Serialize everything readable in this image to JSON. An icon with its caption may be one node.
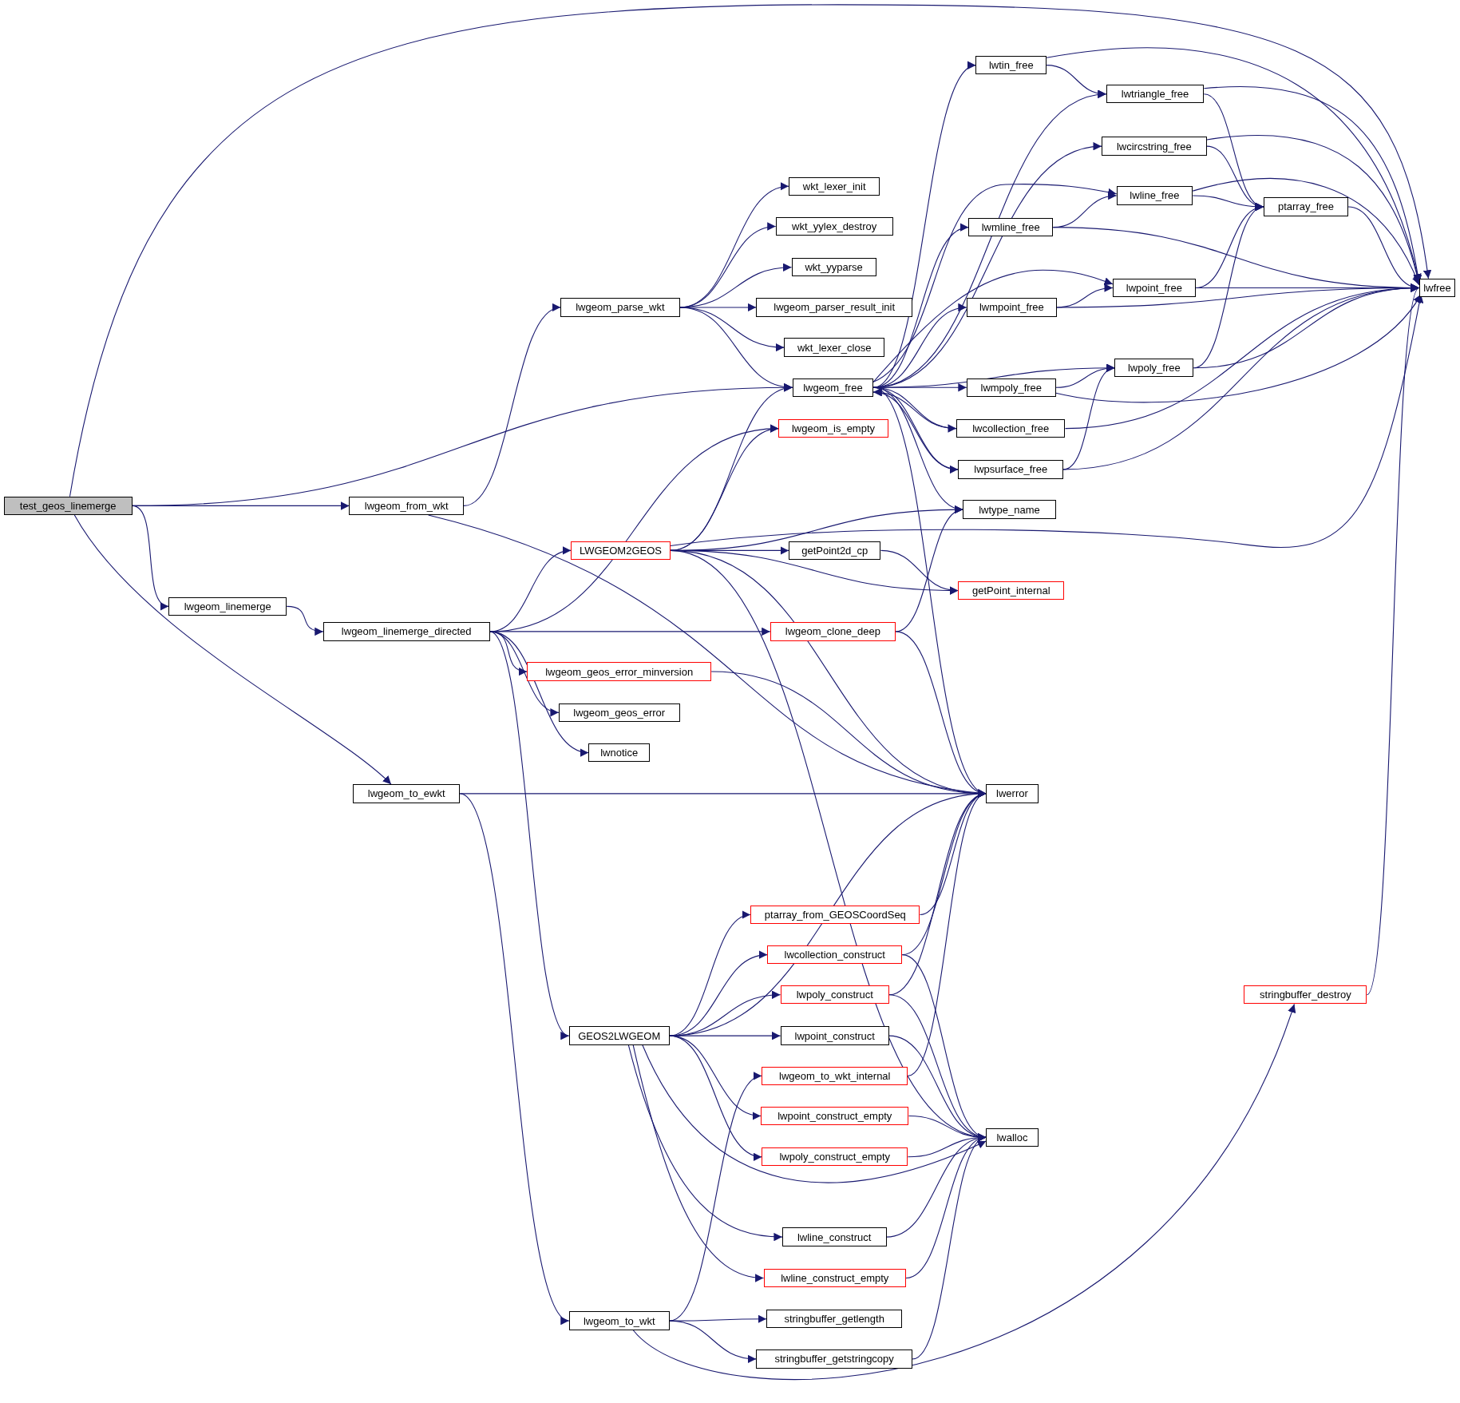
{
  "diagram": {
    "nodes": [
      {
        "text": [
          "test_geos_linemerge"
        ]
      },
      {
        "text": [
          "lwgeom_from_wkt"
        ]
      },
      {
        "text": [
          "lwgeom_linemerge"
        ]
      },
      {
        "text": [
          "lwgeom_to_ewkt"
        ]
      },
      {
        "text": [
          "lwgeom_parse_wkt"
        ]
      },
      {
        "text": [
          "lwgeom_linemerge_directed"
        ]
      },
      {
        "text": [
          "wkt_lexer_init"
        ]
      },
      {
        "text": [
          "wkt_yylex_destroy"
        ]
      },
      {
        "text": [
          "wkt_yyparse"
        ]
      },
      {
        "text": [
          "lwgeom_parser_result_init"
        ]
      },
      {
        "text": [
          "wkt_lexer_close"
        ]
      },
      {
        "text": [
          "lwgeom_free"
        ]
      },
      {
        "text": [
          "lwgeom_is_empty"
        ]
      },
      {
        "text": [
          "LWGEOM2GEOS"
        ]
      },
      {
        "text": [
          "lwgeom_clone_deep"
        ]
      },
      {
        "text": [
          "lwgeom_geos_error_minversion"
        ]
      },
      {
        "text": [
          "lwgeom_geos_error"
        ]
      },
      {
        "text": [
          "lwnotice"
        ]
      },
      {
        "text": [
          "lwerror"
        ]
      },
      {
        "text": [
          "GEOS2LWGEOM"
        ]
      },
      {
        "text": [
          "lwgeom_to_wkt"
        ]
      },
      {
        "text": [
          "lwtin_free"
        ]
      },
      {
        "text": [
          "lwtriangle_free"
        ]
      },
      {
        "text": [
          "lwcircstring_free"
        ]
      },
      {
        "text": [
          "lwline_free"
        ]
      },
      {
        "text": [
          "lwmline_free"
        ]
      },
      {
        "text": [
          "lwpoint_free"
        ]
      },
      {
        "text": [
          "lwmpoint_free"
        ]
      },
      {
        "text": [
          "lwpoly_free"
        ]
      },
      {
        "text": [
          "lwmpoly_free"
        ]
      },
      {
        "text": [
          "lwcollection_free"
        ]
      },
      {
        "text": [
          "lwpsurface_free"
        ]
      },
      {
        "text": [
          "lwtype_name"
        ]
      },
      {
        "text": [
          "getPoint2d_cp"
        ]
      },
      {
        "text": [
          "getPoint_internal"
        ]
      },
      {
        "text": [
          "ptarray_free"
        ]
      },
      {
        "text": [
          "lwfree"
        ]
      },
      {
        "text": [
          "ptarray_from_GEOSCoordSeq"
        ]
      },
      {
        "text": [
          "lwcollection_construct"
        ]
      },
      {
        "text": [
          "lwpoly_construct"
        ]
      },
      {
        "text": [
          "lwpoint_construct"
        ]
      },
      {
        "text": [
          "lwgeom_to_wkt_internal"
        ]
      },
      {
        "text": [
          "lwpoint_construct_empty"
        ]
      },
      {
        "text": [
          "lwpoly_construct_empty"
        ]
      },
      {
        "text": [
          "lwline_construct"
        ]
      },
      {
        "text": [
          "lwline_construct_empty"
        ]
      },
      {
        "text": [
          "stringbuffer_getlength"
        ]
      },
      {
        "text": [
          "stringbuffer_getstringcopy"
        ]
      },
      {
        "text": [
          "lwalloc"
        ]
      },
      {
        "text": [
          "stringbuffer_destroy"
        ]
      }
    ],
    "edges": [
      {
        "from": 0,
        "to": 36,
        "arrow": "to"
      },
      {
        "from": 0,
        "to": 11,
        "arrow": "to"
      },
      {
        "from": 0,
        "to": 1,
        "arrow": "to"
      },
      {
        "from": 0,
        "to": 2,
        "arrow": "to"
      },
      {
        "from": 0,
        "to": 3,
        "arrow": "to"
      },
      {
        "from": 1,
        "to": 4,
        "arrow": "to"
      },
      {
        "from": 1,
        "to": 18,
        "arrow": "to"
      },
      {
        "from": 2,
        "to": 5,
        "arrow": "to"
      },
      {
        "from": 3,
        "to": 18,
        "arrow": "to"
      },
      {
        "from": 3,
        "to": 20,
        "arrow": "to"
      },
      {
        "from": 4,
        "to": 6,
        "arrow": "to"
      },
      {
        "from": 4,
        "to": 7,
        "arrow": "to"
      },
      {
        "from": 4,
        "to": 8,
        "arrow": "to"
      },
      {
        "from": 4,
        "to": 9,
        "arrow": "to"
      },
      {
        "from": 4,
        "to": 10,
        "arrow": "to"
      },
      {
        "from": 4,
        "to": 11,
        "arrow": "to"
      },
      {
        "from": 5,
        "to": 12,
        "arrow": "to"
      },
      {
        "from": 5,
        "to": 13,
        "arrow": "to"
      },
      {
        "from": 5,
        "to": 14,
        "arrow": "to"
      },
      {
        "from": 5,
        "to": 15,
        "arrow": "to"
      },
      {
        "from": 5,
        "to": 16,
        "arrow": "to"
      },
      {
        "from": 5,
        "to": 17,
        "arrow": "to"
      },
      {
        "from": 5,
        "to": 19,
        "arrow": "to"
      },
      {
        "from": 13,
        "to": 11,
        "arrow": "to"
      },
      {
        "from": 13,
        "to": 12,
        "arrow": "to"
      },
      {
        "from": 13,
        "to": 32,
        "arrow": "to"
      },
      {
        "from": 13,
        "to": 36,
        "arrow": "to"
      },
      {
        "from": 13,
        "to": 33,
        "arrow": "to"
      },
      {
        "from": 13,
        "to": 34,
        "arrow": "to"
      },
      {
        "from": 13,
        "to": 18,
        "arrow": "to"
      },
      {
        "from": 13,
        "to": 48,
        "arrow": "to"
      },
      {
        "from": 14,
        "to": 32,
        "arrow": "to"
      },
      {
        "from": 14,
        "to": 18,
        "arrow": "to"
      },
      {
        "from": 15,
        "to": 18,
        "arrow": "to"
      },
      {
        "from": 11,
        "to": 21,
        "arrow": "to"
      },
      {
        "from": 11,
        "to": 22,
        "arrow": "to"
      },
      {
        "from": 11,
        "to": 23,
        "arrow": "to"
      },
      {
        "from": 11,
        "to": 24,
        "arrow": "to"
      },
      {
        "from": 11,
        "to": 25,
        "arrow": "to"
      },
      {
        "from": 11,
        "to": 26,
        "arrow": "to"
      },
      {
        "from": 11,
        "to": 27,
        "arrow": "to"
      },
      {
        "from": 11,
        "to": 28,
        "arrow": "to"
      },
      {
        "from": 11,
        "to": 29,
        "arrow": "to"
      },
      {
        "from": 11,
        "to": 30,
        "arrow": "to"
      },
      {
        "from": 11,
        "to": 31,
        "arrow": "to"
      },
      {
        "from": 11,
        "to": 32,
        "arrow": "to"
      },
      {
        "from": 11,
        "to": 18,
        "arrow": "to"
      },
      {
        "from": 30,
        "to": 11,
        "arrow": "to"
      },
      {
        "from": 31,
        "to": 11,
        "arrow": "to"
      },
      {
        "from": 21,
        "to": 22,
        "arrow": "to"
      },
      {
        "from": 21,
        "to": 36,
        "arrow": "to"
      },
      {
        "from": 22,
        "to": 35,
        "arrow": "to"
      },
      {
        "from": 22,
        "to": 36,
        "arrow": "to"
      },
      {
        "from": 23,
        "to": 35,
        "arrow": "to"
      },
      {
        "from": 23,
        "to": 36,
        "arrow": "to"
      },
      {
        "from": 24,
        "to": 35,
        "arrow": "to"
      },
      {
        "from": 24,
        "to": 36,
        "arrow": "to"
      },
      {
        "from": 25,
        "to": 24,
        "arrow": "to"
      },
      {
        "from": 25,
        "to": 36,
        "arrow": "to"
      },
      {
        "from": 26,
        "to": 35,
        "arrow": "to"
      },
      {
        "from": 26,
        "to": 36,
        "arrow": "to"
      },
      {
        "from": 27,
        "to": 26,
        "arrow": "to"
      },
      {
        "from": 27,
        "to": 36,
        "arrow": "to"
      },
      {
        "from": 28,
        "to": 35,
        "arrow": "to"
      },
      {
        "from": 28,
        "to": 36,
        "arrow": "to"
      },
      {
        "from": 29,
        "to": 28,
        "arrow": "to"
      },
      {
        "from": 29,
        "to": 36,
        "arrow": "to"
      },
      {
        "from": 30,
        "to": 36,
        "arrow": "to"
      },
      {
        "from": 31,
        "to": 28,
        "arrow": "to"
      },
      {
        "from": 31,
        "to": 36,
        "arrow": "to"
      },
      {
        "from": 33,
        "to": 34,
        "arrow": "to"
      },
      {
        "from": 35,
        "to": 36,
        "arrow": "to"
      },
      {
        "from": 19,
        "to": 18,
        "arrow": "to"
      },
      {
        "from": 19,
        "to": 37,
        "arrow": "to"
      },
      {
        "from": 19,
        "to": 38,
        "arrow": "to"
      },
      {
        "from": 19,
        "to": 39,
        "arrow": "to"
      },
      {
        "from": 19,
        "to": 40,
        "arrow": "to"
      },
      {
        "from": 19,
        "to": 42,
        "arrow": "to"
      },
      {
        "from": 19,
        "to": 43,
        "arrow": "to"
      },
      {
        "from": 19,
        "to": 44,
        "arrow": "to"
      },
      {
        "from": 19,
        "to": 45,
        "arrow": "to"
      },
      {
        "from": 19,
        "to": 48,
        "arrow": "to"
      },
      {
        "from": 37,
        "to": 18,
        "arrow": "to"
      },
      {
        "from": 38,
        "to": 18,
        "arrow": "to"
      },
      {
        "from": 38,
        "to": 48,
        "arrow": "to"
      },
      {
        "from": 39,
        "to": 18,
        "arrow": "to"
      },
      {
        "from": 39,
        "to": 48,
        "arrow": "to"
      },
      {
        "from": 40,
        "to": 48,
        "arrow": "to"
      },
      {
        "from": 41,
        "to": 18,
        "arrow": "to"
      },
      {
        "from": 42,
        "to": 48,
        "arrow": "to"
      },
      {
        "from": 43,
        "to": 48,
        "arrow": "to"
      },
      {
        "from": 44,
        "to": 48,
        "arrow": "to"
      },
      {
        "from": 45,
        "to": 48,
        "arrow": "to"
      },
      {
        "from": 20,
        "to": 41,
        "arrow": "to"
      },
      {
        "from": 20,
        "to": 46,
        "arrow": "to"
      },
      {
        "from": 20,
        "to": 47,
        "arrow": "to"
      },
      {
        "from": 20,
        "to": 49,
        "arrow": "to"
      },
      {
        "from": 47,
        "to": 48,
        "arrow": "to"
      },
      {
        "from": 49,
        "to": 36,
        "arrow": "to"
      }
    ]
  }
}
